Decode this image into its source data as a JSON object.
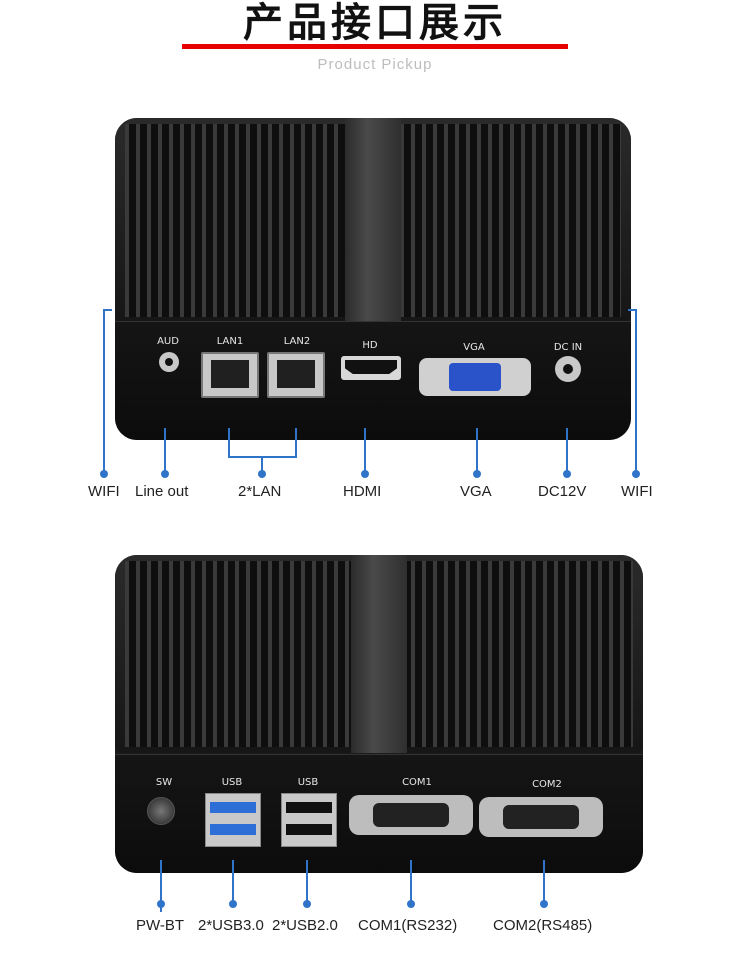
{
  "header": {
    "title": "产品接口展示",
    "subtitle": "Product Pickup"
  },
  "device1": {
    "port_labels": {
      "aud": "AUD",
      "lan1": "LAN1",
      "lan2": "LAN2",
      "hd": "HD",
      "vga": "VGA",
      "dc_in": "DC  IN"
    },
    "callouts": {
      "wifi_left": "WIFI",
      "line_out": "Line out",
      "lan": "2*LAN",
      "hdmi": "HDMI",
      "vga": "VGA",
      "dc": "DC12V",
      "wifi_right": "WIFI"
    }
  },
  "device2": {
    "port_labels": {
      "sw": "SW",
      "usb_a": "USB",
      "usb_b": "USB",
      "com1": "COM1",
      "com2": "COM2"
    },
    "callouts": {
      "pw": "PW-BT",
      "usb3": "2*USB3.0",
      "usb2": "2*USB2.0",
      "com1": "COM1(RS232)",
      "com2": "COM2(RS485)"
    }
  },
  "colors": {
    "accent_red": "#e60000",
    "callout_blue": "#2f74c8",
    "vga_blue": "#2a52c9"
  }
}
